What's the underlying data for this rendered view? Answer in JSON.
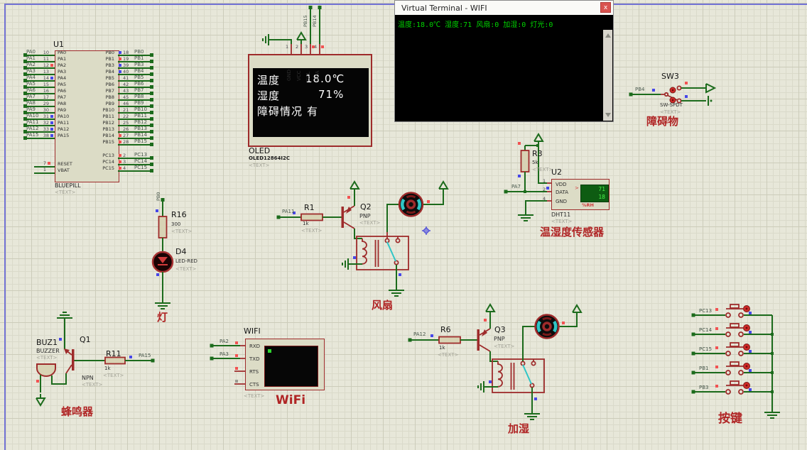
{
  "colors": {
    "wire_green": "#1c6b1c",
    "component_red": "#9e2b2b",
    "sheet_border_blue": "#7272d4",
    "caption_red": "#b02525",
    "terminal_text_green": "#00d400",
    "marker_red": "#f25252",
    "marker_blue": "#4747e8",
    "relay_arm_cyan": "#2fc6c6",
    "canvas_bg": "#e7e7d9"
  },
  "terminal": {
    "title": "Virtual Terminal - WIFI",
    "close_label": "x",
    "lines": [
      "温度:18.0℃ 湿度:71 风扇:0 加湿:0 灯光:0"
    ]
  },
  "mcu": {
    "ref": "U1",
    "model": "BLUEPILL",
    "placeholder": "<TEXT>",
    "left_pins": [
      {
        "name": "PA0",
        "num": "10",
        "marker": "none"
      },
      {
        "name": "PA1",
        "num": "11",
        "marker": "none"
      },
      {
        "name": "PA2",
        "num": "12",
        "marker": "red"
      },
      {
        "name": "PA3",
        "num": "13",
        "marker": "none"
      },
      {
        "name": "PA4",
        "num": "14",
        "marker": "blue"
      },
      {
        "name": "PA5",
        "num": "15",
        "marker": "none"
      },
      {
        "name": "PA6",
        "num": "16",
        "marker": "none"
      },
      {
        "name": "PA7",
        "num": "17",
        "marker": "none"
      },
      {
        "name": "PA8",
        "num": "29",
        "marker": "none"
      },
      {
        "name": "PA9",
        "num": "30",
        "marker": "none"
      },
      {
        "name": "PA10",
        "num": "31",
        "marker": "blue"
      },
      {
        "name": "PA11",
        "num": "32",
        "marker": "blue"
      },
      {
        "name": "PA12",
        "num": "33",
        "marker": "blue"
      },
      {
        "name": "PA15",
        "num": "38",
        "marker": "blue"
      }
    ],
    "right_pins": [
      {
        "name": "PB0",
        "num": "18",
        "marker": "blue"
      },
      {
        "name": "PB1",
        "num": "19",
        "marker": "red"
      },
      {
        "name": "PB3",
        "num": "39",
        "marker": "blue"
      },
      {
        "name": "PB4",
        "num": "40",
        "marker": "blue"
      },
      {
        "name": "PB5",
        "num": "41",
        "marker": "none"
      },
      {
        "name": "PB6",
        "num": "42",
        "marker": "none"
      },
      {
        "name": "PB7",
        "num": "43",
        "marker": "none"
      },
      {
        "name": "PB8",
        "num": "45",
        "marker": "none"
      },
      {
        "name": "PB9",
        "num": "46",
        "marker": "none"
      },
      {
        "name": "PB10",
        "num": "21",
        "marker": "none"
      },
      {
        "name": "PB11",
        "num": "22",
        "marker": "none"
      },
      {
        "name": "PB12",
        "num": "25",
        "marker": "none"
      },
      {
        "name": "PB13",
        "num": "26",
        "marker": "none"
      },
      {
        "name": "PB14",
        "num": "27",
        "marker": "red"
      },
      {
        "name": "PB15",
        "num": "28",
        "marker": "red"
      }
    ],
    "pc_pins": [
      {
        "name": "PC13",
        "num": "2",
        "marker": "red"
      },
      {
        "name": "PC14",
        "num": "3",
        "marker": "red"
      },
      {
        "name": "PC15",
        "num": "4",
        "marker": "red"
      }
    ],
    "bottom_pins": [
      {
        "name": "RESET",
        "num": "7",
        "marker": "red"
      },
      {
        "name": "VBAT",
        "num": "1",
        "marker": "none"
      }
    ]
  },
  "oled": {
    "ref": "OLED",
    "model": "OLED12864I2C",
    "placeholder": "<TEXT>",
    "pins": [
      "GND",
      "VCC",
      "SCL",
      "SDA"
    ],
    "pin_nums": [
      "1",
      "2",
      "3",
      "4"
    ],
    "wire_labels": [
      "PB15",
      "PB14"
    ],
    "rows": [
      {
        "label": "温度",
        "value": "18.0℃"
      },
      {
        "label": "湿度",
        "value": "71%"
      },
      {
        "label": "障碍情况",
        "value": "有"
      }
    ]
  },
  "sw": {
    "ref": "SW3",
    "model": "SW-SPDT",
    "net": "PB4",
    "placeholder": "<TEXT>",
    "caption": "障碍物"
  },
  "dht": {
    "res_ref": "R3",
    "res_val": "5k",
    "res_placeholder": "<TEXT>",
    "ref": "U2",
    "model": "DHT11",
    "placeholder": "<TEXT>",
    "net": "PA7",
    "pins": [
      {
        "num": "1",
        "name": "VDD"
      },
      {
        "num": "2",
        "name": "DATA"
      },
      {
        "num": "4",
        "name": "GND"
      }
    ],
    "display": {
      "humidity": "71",
      "temperature": "18",
      "rh_label": "%RH",
      "cursor": ">"
    },
    "caption": "温湿度传感器"
  },
  "lamp": {
    "net": "PB0",
    "res_ref": "R16",
    "res_val": "300",
    "res_placeholder": "<TEXT>",
    "led_ref": "D4",
    "led_model": "LED-RED",
    "led_placeholder": "<TEXT>",
    "caption": "灯"
  },
  "fan": {
    "net": "PA11",
    "res_ref": "R1",
    "res_val": "1k",
    "res_placeholder": "<TEXT>",
    "q_ref": "Q2",
    "q_type": "PNP",
    "q_placeholder": "<TEXT>",
    "caption": "风扇"
  },
  "buzzer": {
    "ref": "BUZ1",
    "model": "BUZZER",
    "placeholder": "<TEXT>",
    "q_ref": "Q1",
    "q_type": "NPN",
    "q_placeholder": "<TEXT>",
    "res_ref": "R11",
    "res_val": "1k",
    "res_placeholder": "<TEXT>",
    "net": "PA15",
    "caption": "蜂鸣器"
  },
  "wifi": {
    "title": "WIFI",
    "pins": [
      "RXD",
      "TXD",
      "RTS",
      "CTS"
    ],
    "nets": [
      "PA2",
      "PA3"
    ],
    "placeholder": "<TEXT>",
    "caption": "WiFi"
  },
  "humidifier": {
    "net": "PA12",
    "res_ref": "R6",
    "res_val": "1k",
    "res_placeholder": "<TEXT>",
    "q_ref": "Q3",
    "q_type": "PNP",
    "q_placeholder": "<TEXT>",
    "caption": "加湿"
  },
  "buttons": {
    "nets": [
      "PC13",
      "PC14",
      "PC15",
      "PB1",
      "PB3"
    ],
    "caption": "按键"
  }
}
